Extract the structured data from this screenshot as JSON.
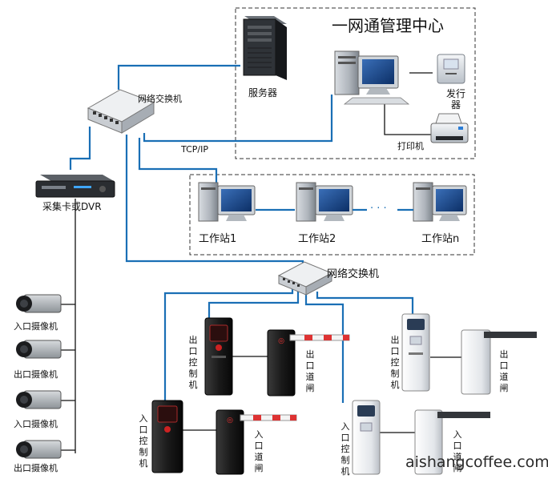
{
  "management_center": {
    "title": "一网通管理中心",
    "server_label": "服务器",
    "issuer_label": "发行器",
    "printer_label": "打印机"
  },
  "network": {
    "top_switch_label": "网络交换机",
    "tcpip_label": "TCP/IP",
    "lower_switch_label": "网络交换机"
  },
  "capture": {
    "dvr_label": "采集卡或DVR",
    "cameras": [
      "入口摄像机",
      "出口摄像机",
      "入口摄像机",
      "出口摄像机"
    ]
  },
  "workstations": {
    "labels": [
      "工作站1",
      "工作站2",
      "工作站n"
    ],
    "ellipsis": "· · ·"
  },
  "lanes": {
    "exit_controller_label": "出口控制机",
    "exit_gate_label": "出口道闸",
    "entry_controller_label": "入口控制机",
    "entry_gate_label": "入口道闸"
  },
  "watermark": "aishangcoffee.com",
  "colors": {
    "link": "#1a6fb5",
    "wire": "#111111",
    "dash": "#333333"
  }
}
